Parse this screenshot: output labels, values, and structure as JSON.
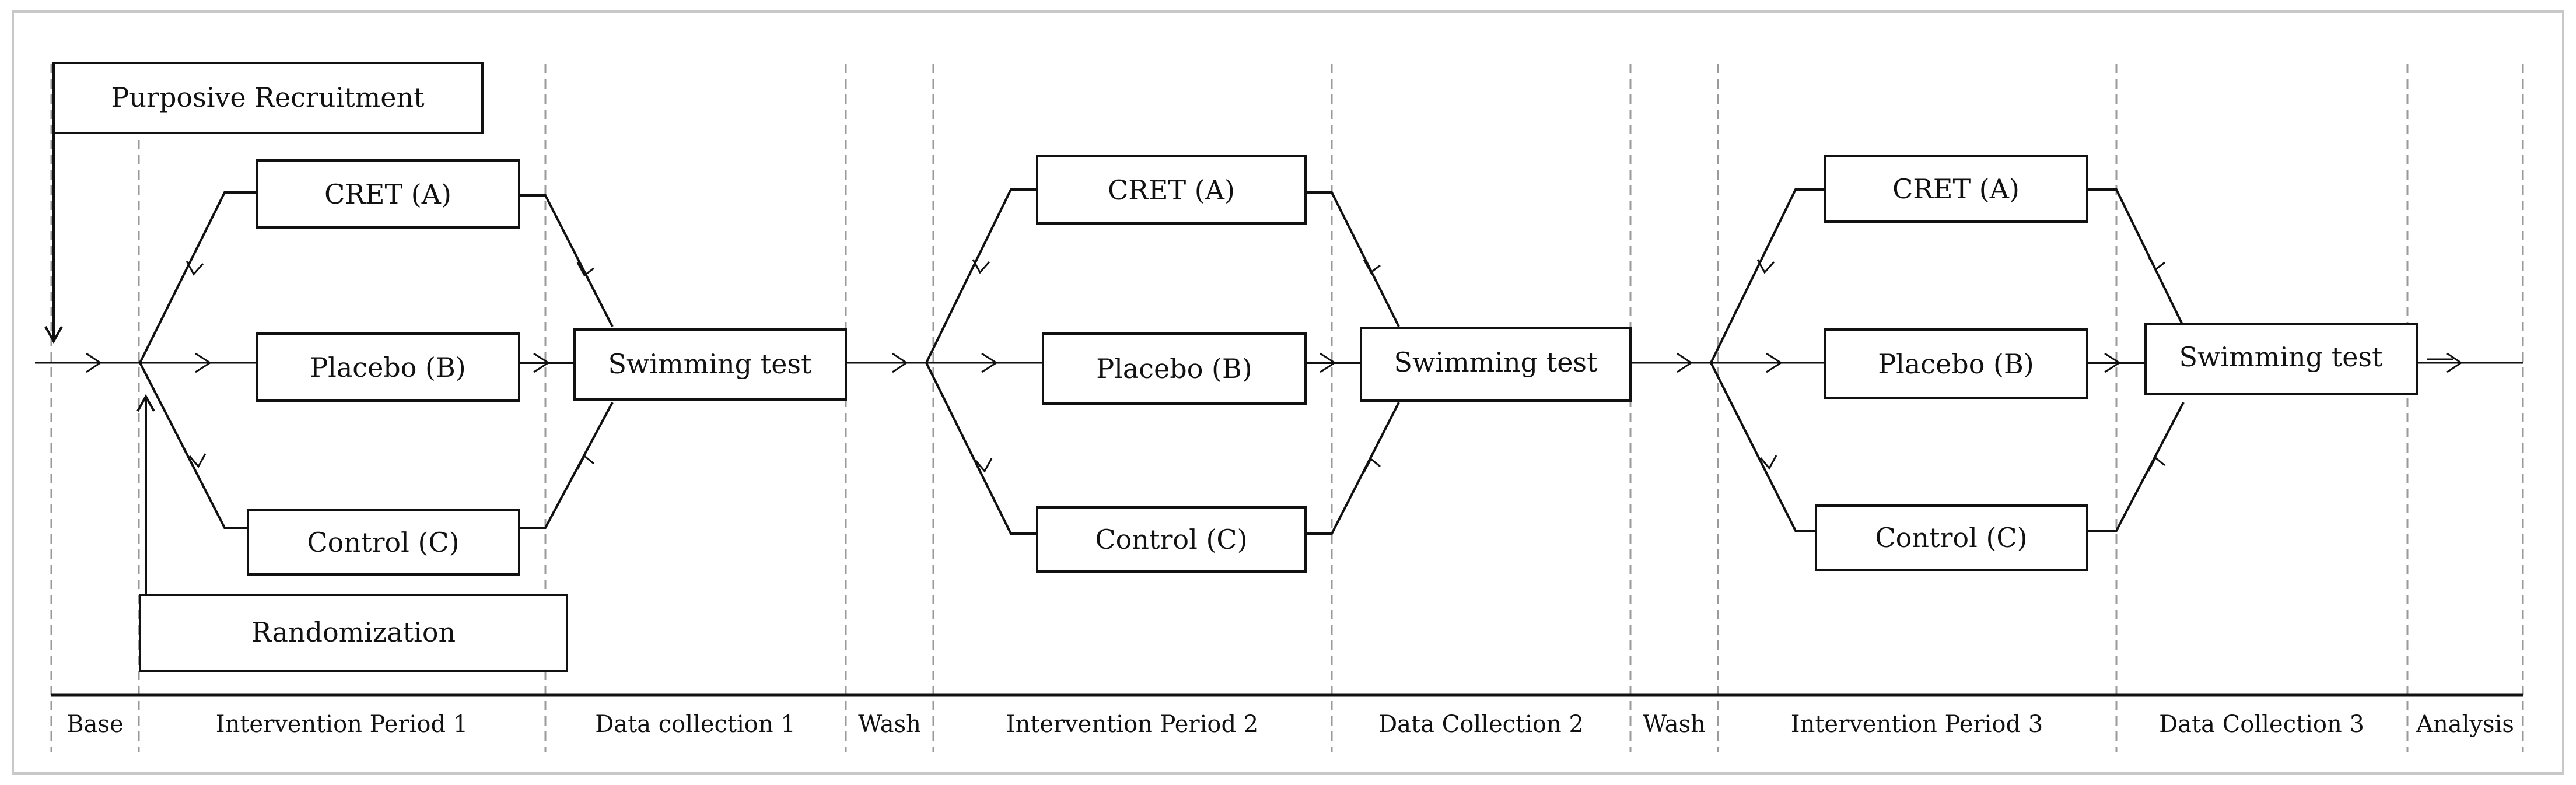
{
  "recruitment": "Purposive Recruitment",
  "randomization": "Randomization",
  "arms": {
    "a": "CRET (A)",
    "b": "Placebo (B)",
    "c": "Control (C)"
  },
  "test": "Swimming test",
  "phases": [
    "Base",
    "Intervention Period 1",
    "Data collection 1",
    "Wash",
    "Intervention Period 2",
    "Data Collection 2",
    "Wash",
    "Intervention Period 3",
    "Data Collection 3",
    "Analysis"
  ]
}
